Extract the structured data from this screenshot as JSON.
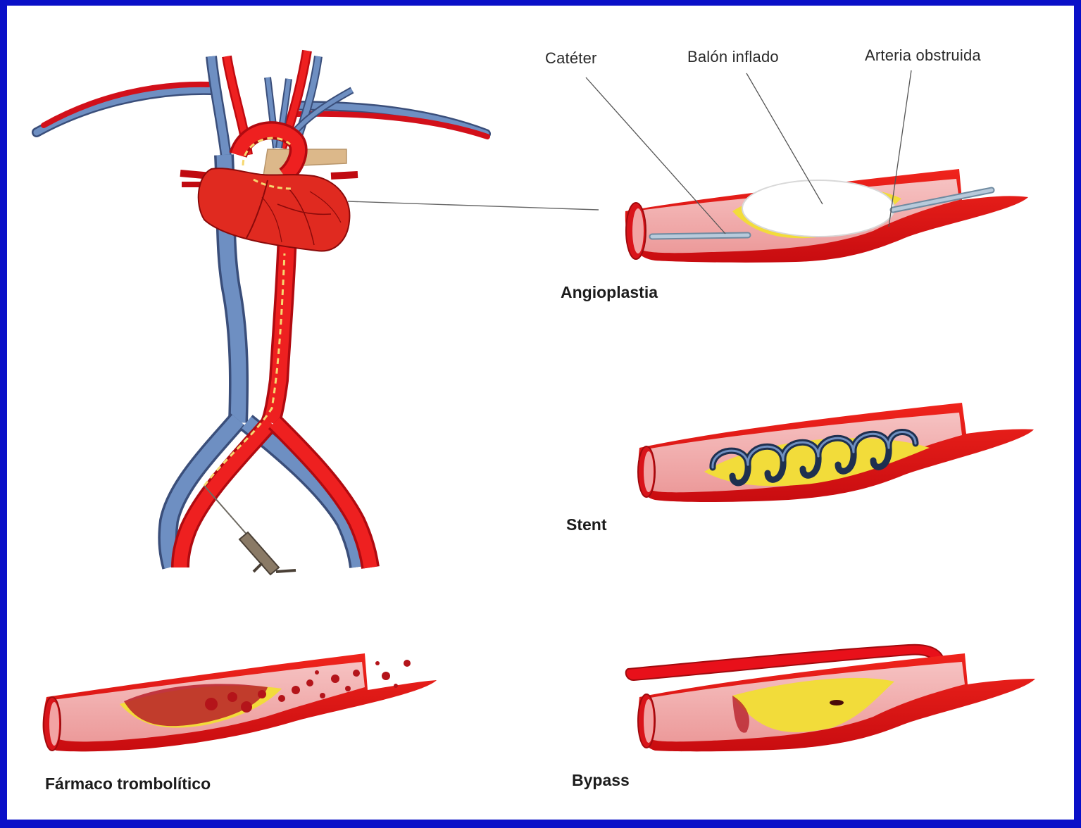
{
  "labels": {
    "cateter": "Catéter",
    "balon": "Balón inflado",
    "arteria": "Arteria obstruida"
  },
  "captions": {
    "angioplastia": "Angioplastia",
    "stent": "Stent",
    "farmaco": "Fármaco trombolítico",
    "bypass": "Bypass"
  },
  "colors": {
    "border": "#0a10c8",
    "artery_red": "#e8101a",
    "artery_lumen": "#f2a3a3",
    "vein_blue": "#5a7fb5",
    "plaque_yellow": "#f2dc3a",
    "clot_dark": "#b8202a",
    "catheter": "#9fb4c8",
    "stent": "#2c4470",
    "graft_tan": "#dcb88a"
  }
}
